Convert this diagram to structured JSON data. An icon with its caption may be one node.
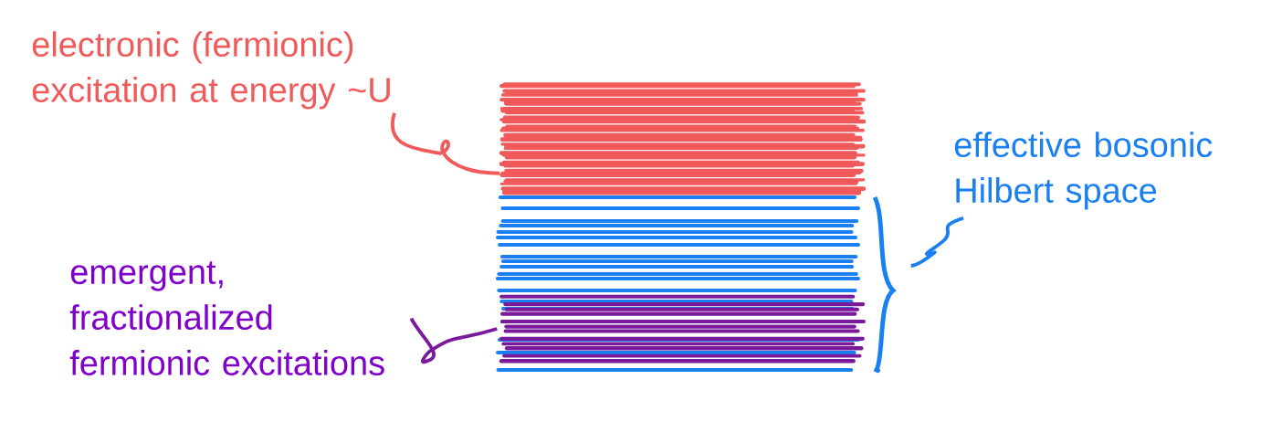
{
  "diagram": {
    "nodes": [
      {
        "text": [
          "electronic (fermionic) excitation at energy ~U"
        ]
      },
      {
        "text": [
          "effective bosonic Hilbert space"
        ]
      },
      {
        "text": [
          "emergent, fractionalized fermionic excitations"
        ]
      },
      {
        "text": [],
        "shape": "picture"
      },
      {
        "text": [],
        "shape": "picture"
      },
      {
        "text": [],
        "shape": "picture",
        "in": 4
      },
      {
        "text": [],
        "shape": "brace"
      }
    ],
    "edges": [
      {
        "from": 0,
        "to": 3,
        "arrow": "none",
        "color": "#f05a5a"
      },
      {
        "from": 1,
        "to": 6,
        "arrow": "none",
        "color": "#1a7ff0"
      },
      {
        "from": 2,
        "to": 5,
        "arrow": "none",
        "color": "#7a1a9a"
      }
    ]
  }
}
